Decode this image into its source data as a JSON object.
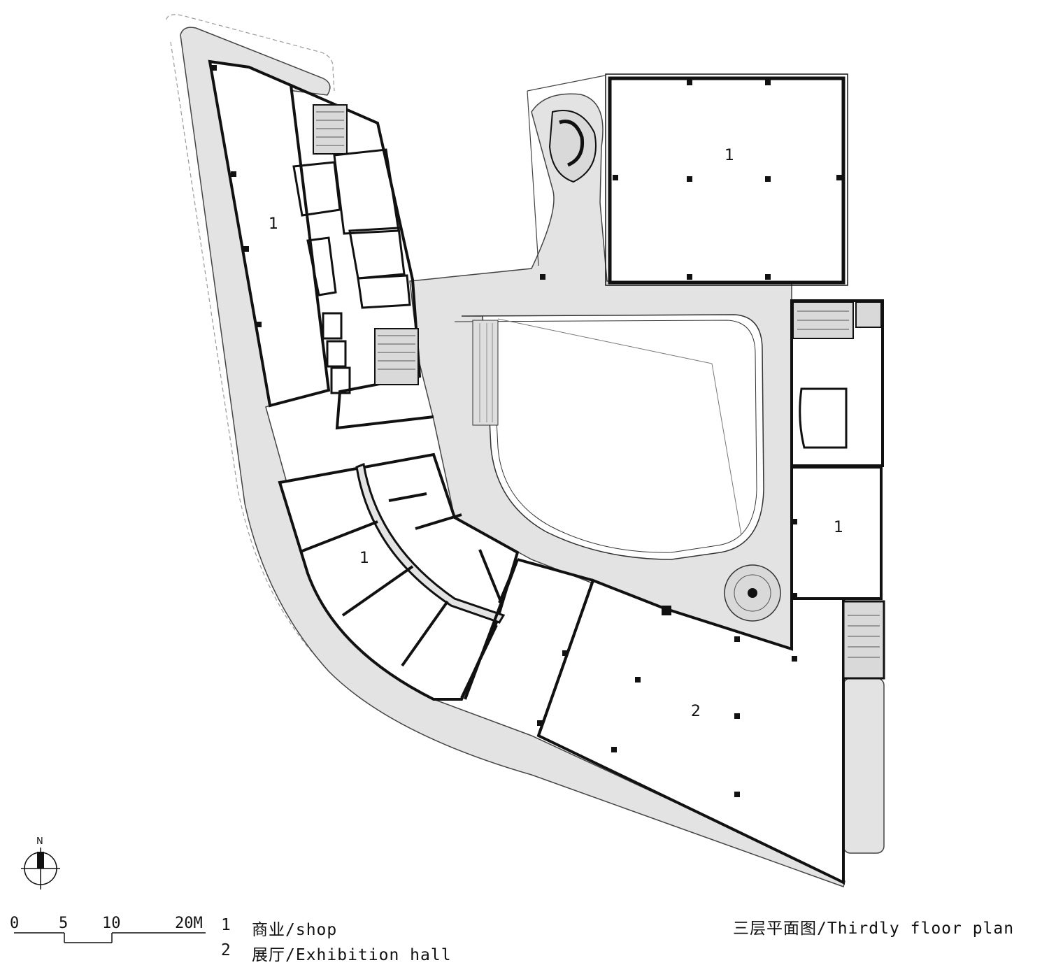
{
  "plan": {
    "title": "三层平面图/Thirdly floor plan",
    "room_labels": [
      {
        "id": "room-shop-west",
        "text": "1"
      },
      {
        "id": "room-shop-north",
        "text": "1"
      },
      {
        "id": "room-shop-east",
        "text": "1"
      },
      {
        "id": "room-shop-south",
        "text": "1"
      },
      {
        "id": "room-exhibition",
        "text": "2"
      }
    ],
    "legend": [
      {
        "number": "1",
        "text": "商业/shop"
      },
      {
        "number": "2",
        "text": "展厅/Exhibition hall"
      }
    ],
    "scale_bar": {
      "ticks": [
        "0",
        "5",
        "10",
        "20M"
      ]
    },
    "north_arrow": {
      "label": "N"
    }
  }
}
